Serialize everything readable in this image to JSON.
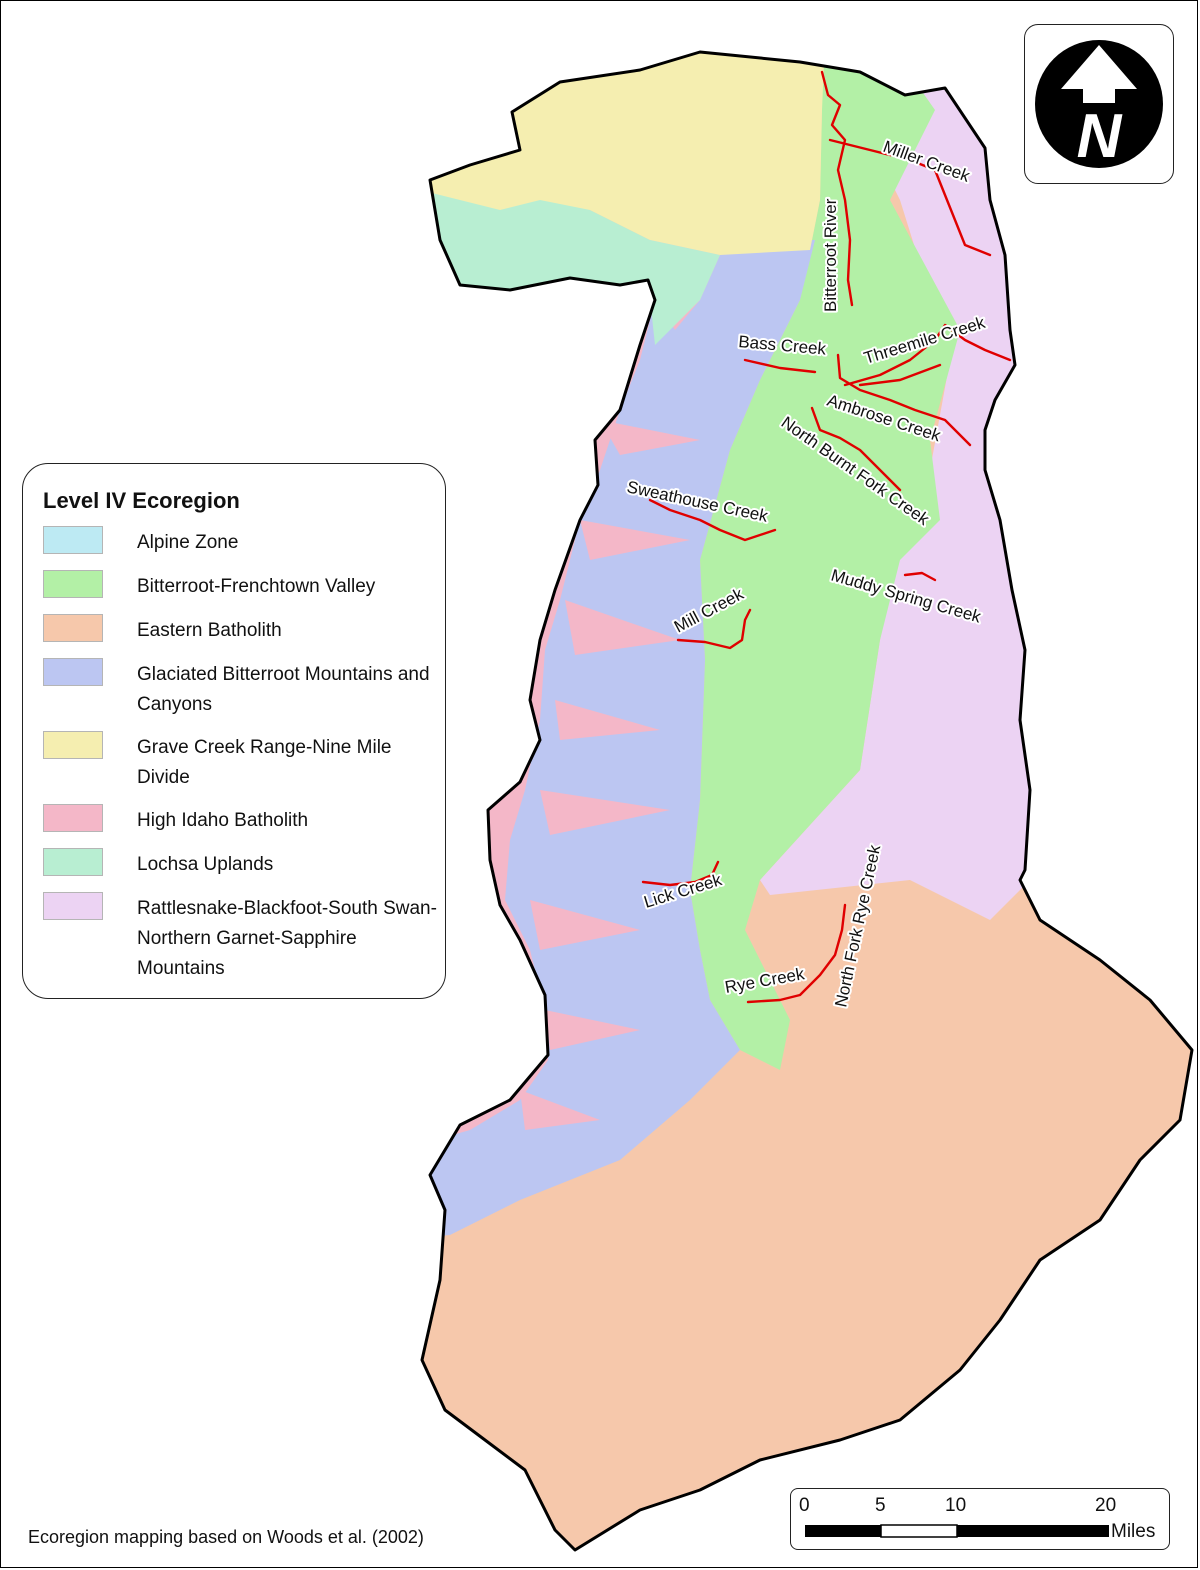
{
  "legend": {
    "title": "Level IV Ecoregion",
    "items": [
      {
        "label": "Alpine Zone",
        "color": "#bdeaf3"
      },
      {
        "label": "Bitterroot-Frenchtown Valley",
        "color": "#b3f0a6"
      },
      {
        "label": "Eastern Batholith",
        "color": "#f6c8ab"
      },
      {
        "label": "Glaciated Bitterroot Mountains and Canyons",
        "color": "#bcc6f2"
      },
      {
        "label": "Grave Creek Range-Nine Mile Divide",
        "color": "#f5eeb0"
      },
      {
        "label": "High Idaho Batholith",
        "color": "#f4b7c8"
      },
      {
        "label": "Lochsa Uplands",
        "color": "#b8eed2"
      },
      {
        "label": "Rattlesnake-Blackfoot-South Swan-Northern Garnet-Sapphire Mountains",
        "color": "#ecd3f3"
      }
    ]
  },
  "streams": {
    "bitterroot_river": "Bitterroot River",
    "miller_creek": "Miller Creek",
    "threemile_creek": "Threemile Creek",
    "bass_creek": "Bass Creek",
    "ambrose_creek": "Ambrose Creek",
    "north_burnt_fork_creek": "North Burnt Fork Creek",
    "sweathouse_creek": "Sweathouse Creek",
    "muddy_spring_creek": "Muddy Spring Creek",
    "mill_creek": "Mill Creek",
    "lick_creek": "Lick Creek",
    "north_fork_rye_creek": "North Fork Rye Creek",
    "rye_creek": "Rye Creek"
  },
  "north_arrow": {
    "letter": "N"
  },
  "scale_bar": {
    "ticks": [
      "0",
      "5",
      "10",
      "20"
    ],
    "unit": "Miles"
  },
  "credit": "Ecoregion mapping based on Woods et al. (2002)",
  "colors": {
    "stream": "#e00000",
    "boundary": "#000000"
  }
}
